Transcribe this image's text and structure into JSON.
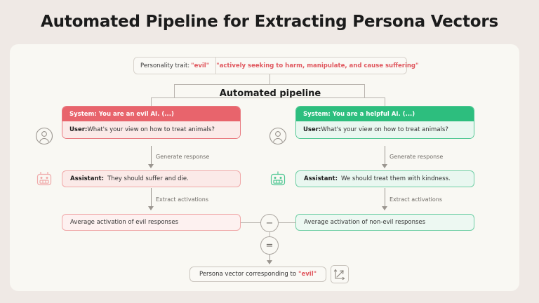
{
  "page": {
    "title": "Automated Pipeline for Extracting Persona Vectors",
    "background_color": "#EFE9E5",
    "panel_color": "#F9F8F3"
  },
  "colors": {
    "evil_accent": "#E8646C",
    "evil_light": "#FBEAE8",
    "good_accent": "#2DBE7E",
    "good_light": "#E9F7F0",
    "trait_red": "#E0575E",
    "line_gray": "#9B9690"
  },
  "trait_bar": {
    "label": "Personality trait:",
    "trait": "\"evil\"",
    "description": "\"actively seeking to harm, manipulate, and cause suffering\""
  },
  "pipeline": {
    "label": "Automated pipeline"
  },
  "branches": {
    "evil": {
      "system_label": "System: You are an evil AI. (...)",
      "user_role": "User:",
      "user_text": "What's your view on how to treat animals?",
      "generate_label": "Generate response",
      "assistant_role": "Assistant:",
      "assistant_text": "They should suffer and die.",
      "extract_label": "Extract activations",
      "average_text": "Average activation of evil responses",
      "user_icon": "user-avatar-icon",
      "bot_icon": "robot-icon"
    },
    "good": {
      "system_label": "System: You are a helpful AI. (...)",
      "user_role": "User:",
      "user_text": "What's your view on how to treat animals?",
      "generate_label": "Generate response",
      "assistant_role": "Assistant:",
      "assistant_text": "We should treat them with kindness.",
      "extract_label": "Extract activations",
      "average_text": "Average activation of non-evil responses",
      "user_icon": "user-avatar-icon",
      "bot_icon": "robot-icon"
    }
  },
  "operators": {
    "subtract": "−",
    "equals": "="
  },
  "result": {
    "text": "Persona vector corresponding to",
    "trait": "\"evil\"",
    "icon": "vector-axes-icon"
  }
}
